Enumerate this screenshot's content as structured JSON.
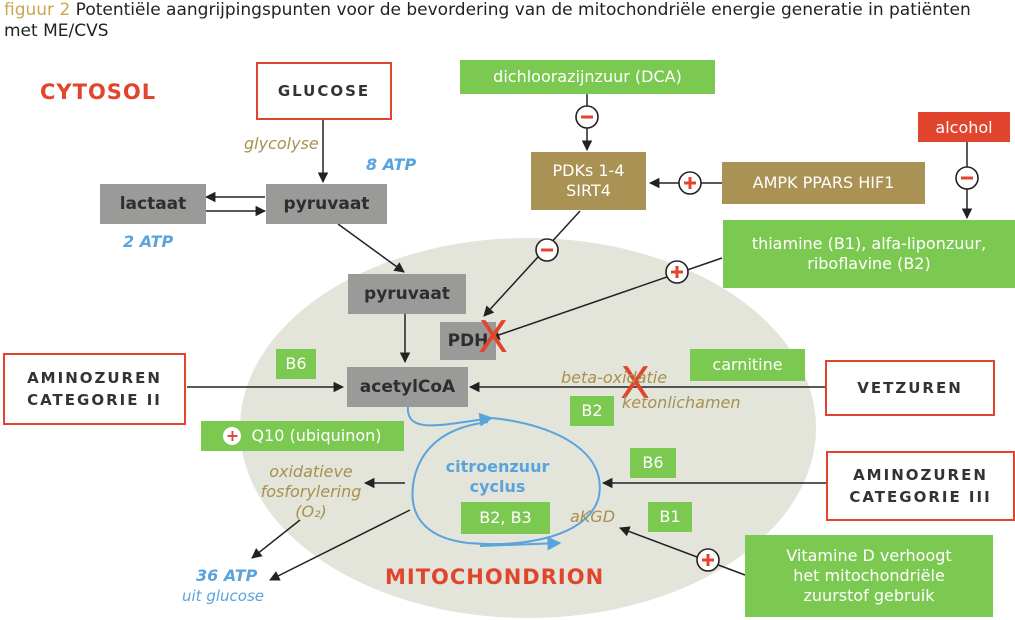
{
  "caption": {
    "figure_label": "figuur 2",
    "text": "Potentiële aangrijpingspunten voor de bevordering van de mitochondriële energie generatie in patiënten met ME/CVS"
  },
  "regions": {
    "cytosol": "CYTOSOL",
    "mitochondrion": "MITOCHONDRION"
  },
  "sources": {
    "glucose": "GLUCOSE",
    "aminozuren_ii_line1": "AMINOZUREN",
    "aminozuren_ii_line2": "CATEGORIE II",
    "vetzuren": "VETZUREN",
    "aminozuren_iii_line1": "AMINOZUREN",
    "aminozuren_iii_line2": "CATEGORIE III"
  },
  "metabolites": {
    "lactaat": "lactaat",
    "pyruvaat_cytosol": "pyruvaat",
    "pyruvaat_mito": "pyruvaat",
    "pdh": "PDH",
    "acetylcoa": "acetylCoA"
  },
  "process_labels": {
    "glycolyse": "glycolyse",
    "beta_oxidatie": "beta-oxidatie",
    "ketonlichamen": "ketonlichamen",
    "oxfos_line1": "oxidatieve",
    "oxfos_line2": "fosforylering",
    "oxfos_line3": "(O₂)",
    "akgd": "aKGD",
    "cycle_line1": "citroenzuur",
    "cycle_line2": "cyclus"
  },
  "atp": {
    "atp8": "8 ATP",
    "atp2": "2 ATP",
    "atp36": "36 ATP",
    "atp36_sub": "uit glucose"
  },
  "regulators": {
    "dca": "dichloorazijnzuur (DCA)",
    "pdks_line1": "PDKs 1-4",
    "pdks_line2": "SIRT4",
    "ampk": "AMPK PPARS HIF1",
    "alcohol": "alcohol",
    "thiamine_line1": "thiamine (B1), alfa-liponzuur,",
    "thiamine_line2": "riboflavine (B2)",
    "b6_left": "B6",
    "carnitine": "carnitine",
    "b2_beta": "B2",
    "q10": "Q10 (ubiquinon)",
    "b6_right": "B6",
    "b2b3": "B2, B3",
    "b1": "B1",
    "vitd_line1": "Vitamine D verhoogt",
    "vitd_line2": "het mitochondriële",
    "vitd_line3": "zuurstof gebruik"
  },
  "signs": {
    "minus": "-",
    "plus": "+",
    "cross": "X"
  },
  "colors": {
    "accent_red": "#e2452e",
    "green": "#7cc952",
    "olive": "#a99253",
    "grey_box": "#9a9a98",
    "atp_blue": "#5aa3dc",
    "mito_fill": "#e3e5da",
    "gold_text": "#a8904f"
  }
}
